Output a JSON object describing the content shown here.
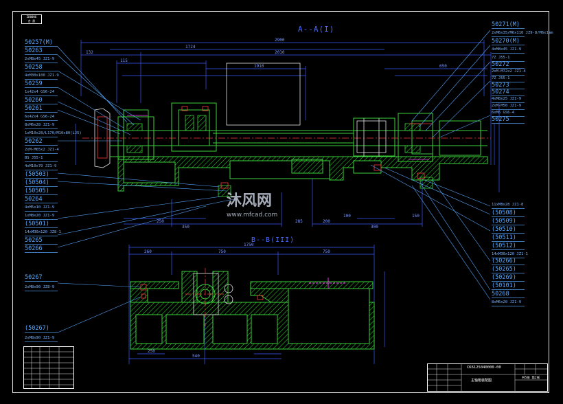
{
  "sheet": {
    "corner_code": "ZB0006",
    "corner_sub": "合 册"
  },
  "views": {
    "section_aa": "A--A(I)",
    "section_bb": "B--B(III)"
  },
  "left_labels": [
    {
      "text": "50257(M)",
      "small": false
    },
    {
      "text": "50263",
      "small": false
    },
    {
      "text": "2xM8x45 JZ1-9",
      "small": true
    },
    {
      "text": "50258",
      "small": false
    },
    {
      "text": "4xM30x100 JZ1-9",
      "small": true
    },
    {
      "text": "50259",
      "small": false
    },
    {
      "text": "1x42x4 GS6-24",
      "small": true
    },
    {
      "text": "50260",
      "small": false
    },
    {
      "text": "50261",
      "small": false
    },
    {
      "text": "6x42x4 GS6-24",
      "small": true
    },
    {
      "text": "8xM6x28 JZ1-9",
      "small": true
    },
    {
      "text": "1xM10x28/L170/M10x80(L25)",
      "small": true
    },
    {
      "text": "50262",
      "small": false
    },
    {
      "text": "2xM-M65x2 JZ1-4",
      "small": true
    },
    {
      "text": "BS J55-1",
      "small": true
    },
    {
      "text": "4xM10x70 JZ1-9",
      "small": true
    },
    {
      "text": "(50503)",
      "small": false
    },
    {
      "text": "(50504)",
      "small": false
    },
    {
      "text": "(50505)",
      "small": false
    },
    {
      "text": "50264",
      "small": false
    },
    {
      "text": "4xM5x10 JZ1-9",
      "small": true
    },
    {
      "text": "1xM8x20 JZ1-9",
      "small": true
    },
    {
      "text": "(50501)",
      "small": false
    },
    {
      "text": "14xM30x120 JZ8-1",
      "small": true
    },
    {
      "text": "50265",
      "small": false
    },
    {
      "text": "50266",
      "small": false
    },
    {
      "text": "50267",
      "small": false
    },
    {
      "text": "2xM8x90 JZ8-9",
      "small": true
    },
    {
      "text": "(50267)",
      "small": false
    },
    {
      "text": "2xM8x90 JZ1-9",
      "small": true
    }
  ],
  "right_labels": [
    {
      "text": "50271(M)",
      "small": false
    },
    {
      "text": "2xM6x35/M6x110 JZ9-8/M6x1mm",
      "small": true
    },
    {
      "text": "50270(M)",
      "small": false
    },
    {
      "text": "4xM8x45 JZ1-9",
      "small": true
    },
    {
      "text": "7Z J55-1",
      "small": true
    },
    {
      "text": "50272",
      "small": false
    },
    {
      "text": "2xM-M72x2 JZ1-4",
      "small": true
    },
    {
      "text": "7Z J55-1",
      "small": true
    },
    {
      "text": "50273",
      "small": false
    },
    {
      "text": "50274",
      "small": false
    },
    {
      "text": "4xM8x25 JZ1-9",
      "small": true
    },
    {
      "text": "2xM-M50 JZ1-9",
      "small": true
    },
    {
      "text": "6xM6 GS6-4",
      "small": true
    },
    {
      "text": "50275",
      "small": false
    },
    {
      "text": "11xM8x28 JZ1-8",
      "small": true
    },
    {
      "text": "(50508)",
      "small": false
    },
    {
      "text": "(50509)",
      "small": false
    },
    {
      "text": "(50510)",
      "small": false
    },
    {
      "text": "(50511)",
      "small": false
    },
    {
      "text": "(50512)",
      "small": false
    },
    {
      "text": "14xM30x120 JZ1-1",
      "small": true
    },
    {
      "text": "(50266)",
      "small": false
    },
    {
      "text": "(50265)",
      "small": false
    },
    {
      "text": "(50269)",
      "small": false
    },
    {
      "text": "(50101)",
      "small": false
    },
    {
      "text": "50268",
      "small": false
    },
    {
      "text": "8xM6x20 JZ1-9",
      "small": true
    }
  ],
  "dimensions": {
    "overall_aa": "2900",
    "d1": "1724",
    "d2": "2010",
    "d3": "1910",
    "d4": "132",
    "d5": "115",
    "d6": "650",
    "d7": "250",
    "d8": "350",
    "d9": "285",
    "d10": "200",
    "d11": "300",
    "d12": "100",
    "d13": "150",
    "overall_bb": "1750",
    "bb1": "260",
    "bb2": "750",
    "bb3": "750",
    "bb4": "540",
    "bb5": "250"
  },
  "watermark": {
    "brand": "沐风网",
    "url": "www.mfcad.com"
  },
  "title_block": {
    "drawing_code": "CK6125040000-00",
    "drawing_name": "主轴箱装配图",
    "sheet": "共5张 第2张"
  },
  "colors": {
    "background": "#000000",
    "frame": "#e8e8e8",
    "outline": "#3bd23b",
    "dimension": "#3b5bff",
    "leader": "#58a8ff",
    "centerline": "#ff3b3b",
    "hatch": "#2ad02a",
    "accent": "#ff40ff"
  }
}
